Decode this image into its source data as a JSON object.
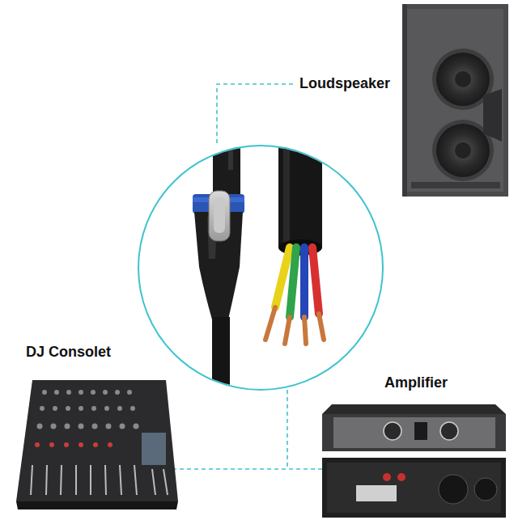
{
  "diagram": {
    "labels": [
      "Loudspeaker",
      "DJ Consolet",
      "Amplifier"
    ]
  }
}
